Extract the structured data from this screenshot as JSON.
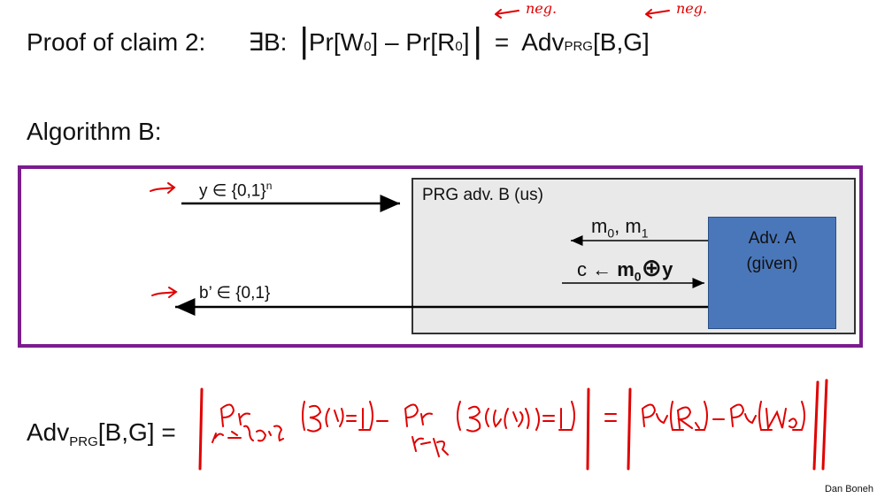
{
  "header": {
    "proof_label": "Proof of claim 2:",
    "exists_b": "∃B:",
    "pr_w": "Pr[W",
    "sub0": "0",
    "close_bracket": "]",
    "minus": " – ",
    "pr_r": "Pr[R",
    "equals": "=",
    "adv": "Adv",
    "adv_sub": "PRG",
    "adv_args": "[B,G]"
  },
  "annotations": {
    "neg_1": "neg.",
    "neg_2": "neg."
  },
  "algorithm": {
    "label": "Algorithm B:",
    "prg_box_title": "PRG adv. B  (us)",
    "adv_box_line1": "Adv.  A",
    "adv_box_line2": "(given)",
    "input_label": "y ∈ {0,1}",
    "input_sup": "n",
    "output_label": "b’ ∈ {0,1}",
    "messages_m0": "m",
    "messages_sep": ", m",
    "messages_m1_sub": "1",
    "messages_m0_sub": "0",
    "cipher_c": "c ← ",
    "cipher_m": "m",
    "cipher_m_sub": "0",
    "cipher_xor": "⊕",
    "cipher_y": "y"
  },
  "adv_definition": {
    "lhs": "Adv",
    "lhs_sub": "PRG",
    "lhs_args": "[B,G] ="
  },
  "footer": {
    "credit": "Dan Boneh"
  },
  "colors": {
    "frame": "#7b1c8e",
    "adv_box": "#4a77ba",
    "prg_box": "#e9e9e9",
    "ink": "#e00000"
  }
}
